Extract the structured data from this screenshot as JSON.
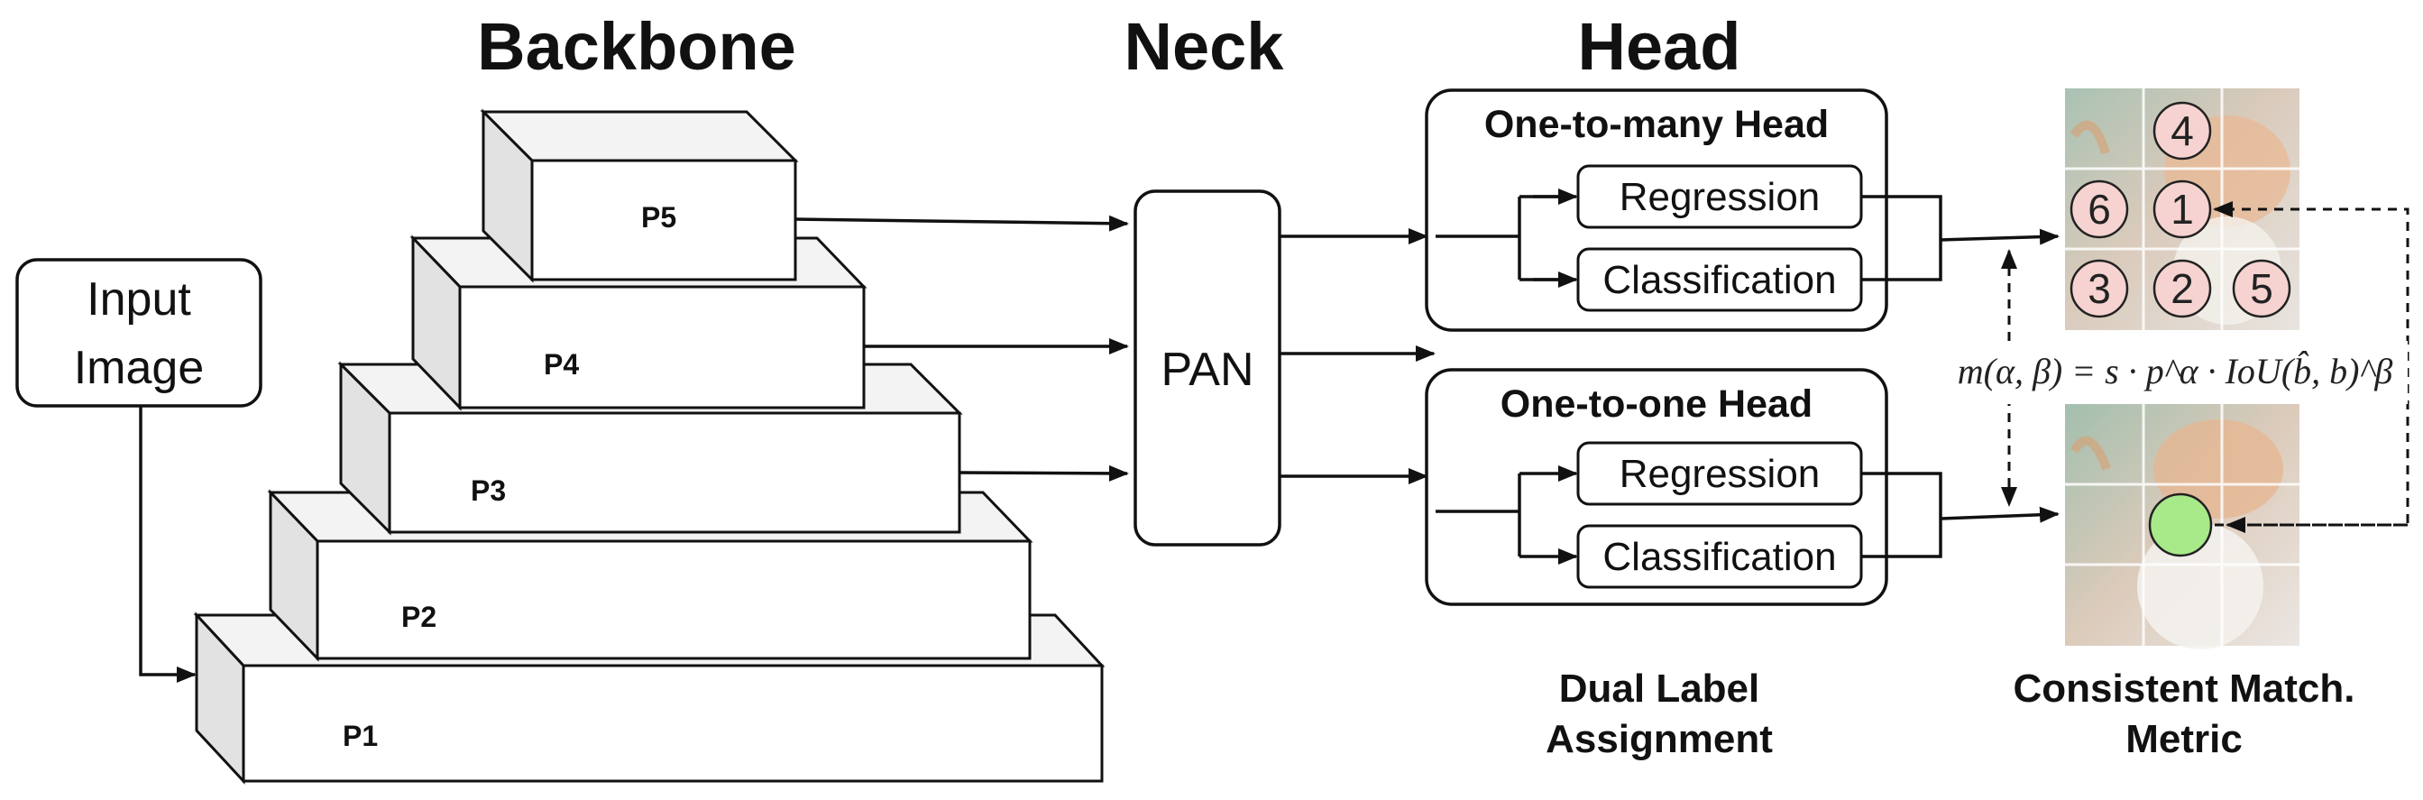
{
  "sections": {
    "backbone": "Backbone",
    "neck": "Neck",
    "head": "Head"
  },
  "input": {
    "line1": "Input",
    "line2": "Image"
  },
  "backbone_levels": [
    "P1",
    "P2",
    "P3",
    "P4",
    "P5"
  ],
  "neck": {
    "label": "PAN"
  },
  "heads": {
    "one_to_many": {
      "title": "One-to-many Head",
      "regression": "Regression",
      "classification": "Classification"
    },
    "one_to_one": {
      "title": "One-to-one Head",
      "regression": "Regression",
      "classification": "Classification"
    }
  },
  "captions": {
    "dual_line1": "Dual Label",
    "dual_line2": "Assignment",
    "metric_line1": "Consistent Match.",
    "metric_line2": "Metric"
  },
  "formula": "m(α, β) = s · p^α · IoU(b̂, b)^β",
  "grid_numbers": [
    "4",
    "6",
    "1",
    "3",
    "2",
    "5"
  ],
  "colors": {
    "rank_circle": "#f6d3d0",
    "match_circle": "#a8ea8a",
    "box_face": "#ffffff",
    "box_side": "#e2e2e2",
    "box_top": "#f3f3f3"
  }
}
